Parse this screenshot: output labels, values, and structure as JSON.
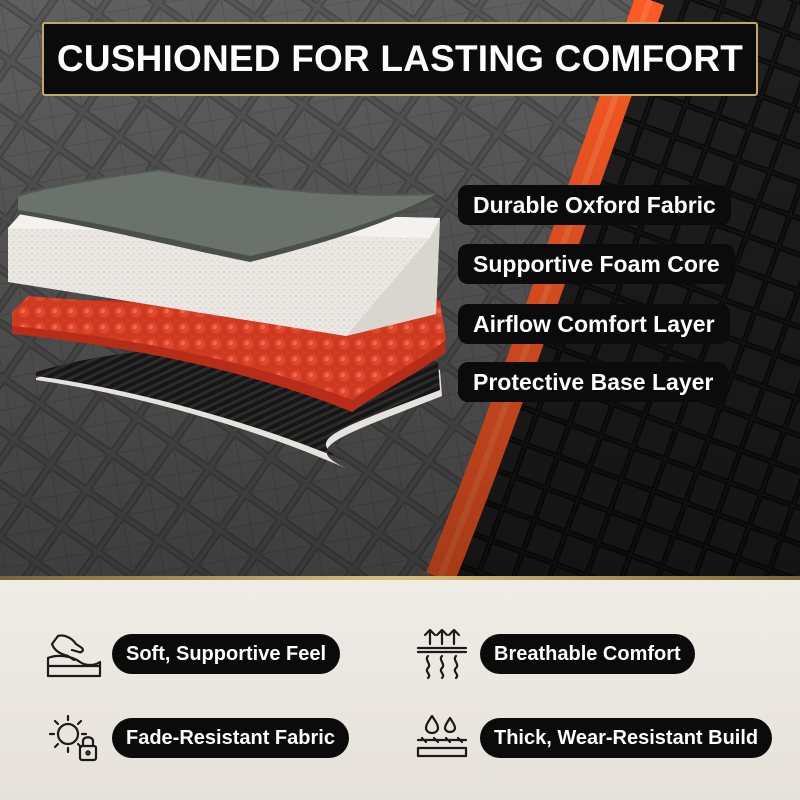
{
  "title": "CUSHIONED FOR LASTING COMFORT",
  "layers": [
    {
      "label": "Durable Oxford Fabric"
    },
    {
      "label": "Supportive Foam Core"
    },
    {
      "label": "Airflow Comfort Layer"
    },
    {
      "label": "Protective Base Layer"
    }
  ],
  "features": [
    {
      "label": "Soft, Supportive Feel",
      "icon": "hand-pressing-cushion-icon"
    },
    {
      "label": "Breathable Comfort",
      "icon": "airflow-arrows-icon"
    },
    {
      "label": "Fade-Resistant Fabric",
      "icon": "sun-lock-icon"
    },
    {
      "label": "Thick, Wear-Resistant Build",
      "icon": "water-drops-layers-icon"
    }
  ],
  "colors": {
    "accent_orange": "#ff5a24",
    "banner_black": "#0b0b0b",
    "gold_border": "#c7a661",
    "foam_white": "#e9e6e1",
    "fabric_gray": "#5a5a5a"
  }
}
